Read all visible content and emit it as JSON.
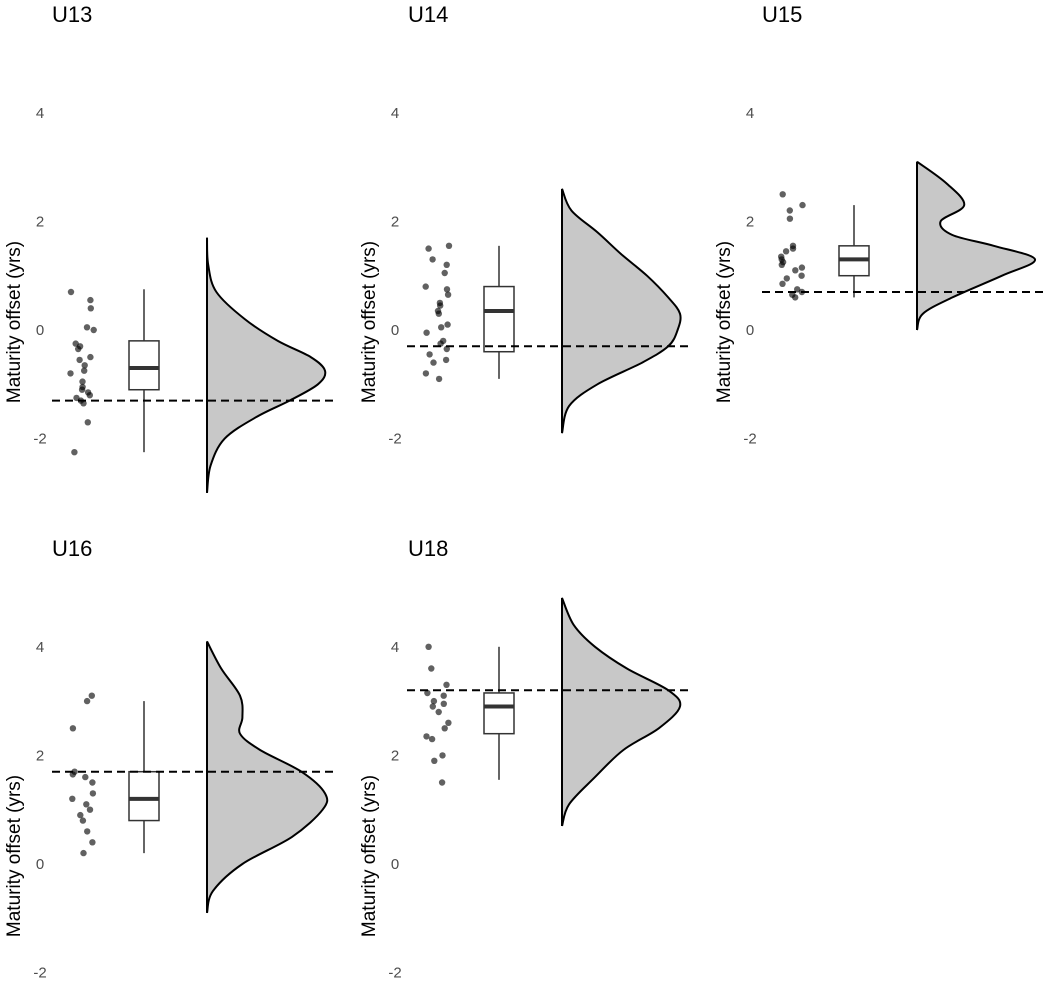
{
  "chart_data": [
    {
      "type": "raincloud",
      "title": "U13",
      "ylabel": "Maturity offset (yrs)",
      "yticks": [
        -2,
        0,
        2,
        4
      ],
      "ylim": [
        -2,
        4
      ],
      "reference_line": -1.3,
      "box": {
        "whisker_low": -2.25,
        "q1": -1.1,
        "median": -0.7,
        "q3": -0.2,
        "whisker_high": 0.75
      },
      "density": [
        [
          -3.0,
          0.0
        ],
        [
          -2.5,
          0.03
        ],
        [
          -2.0,
          0.15
        ],
        [
          -1.6,
          0.42
        ],
        [
          -1.3,
          0.7
        ],
        [
          -1.0,
          0.94
        ],
        [
          -0.75,
          1.0
        ],
        [
          -0.5,
          0.88
        ],
        [
          -0.2,
          0.6
        ],
        [
          0.2,
          0.32
        ],
        [
          0.7,
          0.08
        ],
        [
          1.2,
          0.01
        ],
        [
          1.7,
          0.0
        ]
      ],
      "points": [
        -2.25,
        -1.7,
        -1.35,
        -1.3,
        -1.25,
        -1.2,
        -1.15,
        -1.1,
        -1.05,
        -0.95,
        -0.8,
        -0.75,
        -0.65,
        -0.55,
        -0.5,
        -0.35,
        -0.3,
        -0.25,
        0.0,
        0.05,
        0.4,
        0.55,
        0.7
      ]
    },
    {
      "type": "raincloud",
      "title": "U14",
      "ylabel": "Maturity offset (yrs)",
      "yticks": [
        -2,
        0,
        2,
        4
      ],
      "ylim": [
        -2,
        4
      ],
      "reference_line": -0.3,
      "box": {
        "whisker_low": -0.9,
        "q1": -0.4,
        "median": 0.35,
        "q3": 0.8,
        "whisker_high": 1.55
      },
      "density": [
        [
          -1.9,
          0.0
        ],
        [
          -1.4,
          0.06
        ],
        [
          -1.0,
          0.3
        ],
        [
          -0.6,
          0.68
        ],
        [
          -0.3,
          0.9
        ],
        [
          0.0,
          0.98
        ],
        [
          0.3,
          1.0
        ],
        [
          0.6,
          0.9
        ],
        [
          1.0,
          0.72
        ],
        [
          1.4,
          0.5
        ],
        [
          1.8,
          0.3
        ],
        [
          2.2,
          0.08
        ],
        [
          2.6,
          0.0
        ]
      ],
      "points": [
        -0.9,
        -0.8,
        -0.6,
        -0.55,
        -0.45,
        -0.35,
        -0.25,
        -0.2,
        -0.05,
        0.05,
        0.1,
        0.3,
        0.35,
        0.45,
        0.5,
        0.65,
        0.75,
        0.8,
        1.05,
        1.2,
        1.3,
        1.5,
        1.55
      ]
    },
    {
      "type": "raincloud",
      "title": "U15",
      "ylabel": "Maturity offset (yrs)",
      "yticks": [
        -2,
        0,
        2,
        4
      ],
      "ylim": [
        -2,
        4
      ],
      "reference_line": 0.7,
      "box": {
        "whisker_low": 0.6,
        "q1": 1.0,
        "median": 1.3,
        "q3": 1.55,
        "whisker_high": 2.3
      },
      "density": [
        [
          0.0,
          0.0
        ],
        [
          0.3,
          0.05
        ],
        [
          0.6,
          0.3
        ],
        [
          1.0,
          0.72
        ],
        [
          1.3,
          1.0
        ],
        [
          1.55,
          0.65
        ],
        [
          1.75,
          0.3
        ],
        [
          2.0,
          0.2
        ],
        [
          2.3,
          0.4
        ],
        [
          2.7,
          0.25
        ],
        [
          3.1,
          0.0
        ]
      ],
      "points": [
        0.6,
        0.65,
        0.7,
        0.75,
        0.85,
        0.95,
        1.0,
        1.1,
        1.15,
        1.2,
        1.25,
        1.3,
        1.35,
        1.45,
        1.5,
        1.55,
        2.05,
        2.2,
        2.3,
        2.5
      ]
    },
    {
      "type": "raincloud",
      "title": "U16",
      "ylabel": "Maturity offset (yrs)",
      "yticks": [
        -2,
        0,
        2,
        4
      ],
      "ylim": [
        -2,
        4
      ],
      "reference_line": 1.7,
      "box": {
        "whisker_low": 0.2,
        "q1": 0.8,
        "median": 1.2,
        "q3": 1.7,
        "whisker_high": 3.0
      },
      "density": [
        [
          -0.9,
          0.0
        ],
        [
          -0.5,
          0.05
        ],
        [
          0.0,
          0.3
        ],
        [
          0.5,
          0.72
        ],
        [
          1.0,
          0.98
        ],
        [
          1.3,
          1.0
        ],
        [
          1.7,
          0.8
        ],
        [
          2.1,
          0.45
        ],
        [
          2.4,
          0.28
        ],
        [
          2.7,
          0.3
        ],
        [
          3.1,
          0.28
        ],
        [
          3.6,
          0.12
        ],
        [
          4.1,
          0.0
        ]
      ],
      "points": [
        0.2,
        0.4,
        0.6,
        0.8,
        0.9,
        1.0,
        1.1,
        1.2,
        1.3,
        1.5,
        1.6,
        1.65,
        1.7,
        2.5,
        3.0,
        3.1
      ]
    },
    {
      "type": "raincloud",
      "title": "U18",
      "ylabel": "Maturity offset (yrs)",
      "yticks": [
        -2,
        0,
        2,
        4
      ],
      "ylim": [
        -2,
        4
      ],
      "reference_line": 3.2,
      "box": {
        "whisker_low": 1.55,
        "q1": 2.4,
        "median": 2.9,
        "q3": 3.15,
        "whisker_high": 4.0
      },
      "density": [
        [
          0.7,
          0.0
        ],
        [
          1.1,
          0.06
        ],
        [
          1.6,
          0.28
        ],
        [
          2.1,
          0.52
        ],
        [
          2.5,
          0.82
        ],
        [
          2.9,
          1.0
        ],
        [
          3.2,
          0.9
        ],
        [
          3.6,
          0.55
        ],
        [
          4.0,
          0.28
        ],
        [
          4.4,
          0.1
        ],
        [
          4.9,
          0.0
        ]
      ],
      "points": [
        1.5,
        1.9,
        2.0,
        2.3,
        2.35,
        2.5,
        2.6,
        2.8,
        2.9,
        2.95,
        3.0,
        3.1,
        3.15,
        3.3,
        3.6,
        4.0
      ]
    }
  ]
}
